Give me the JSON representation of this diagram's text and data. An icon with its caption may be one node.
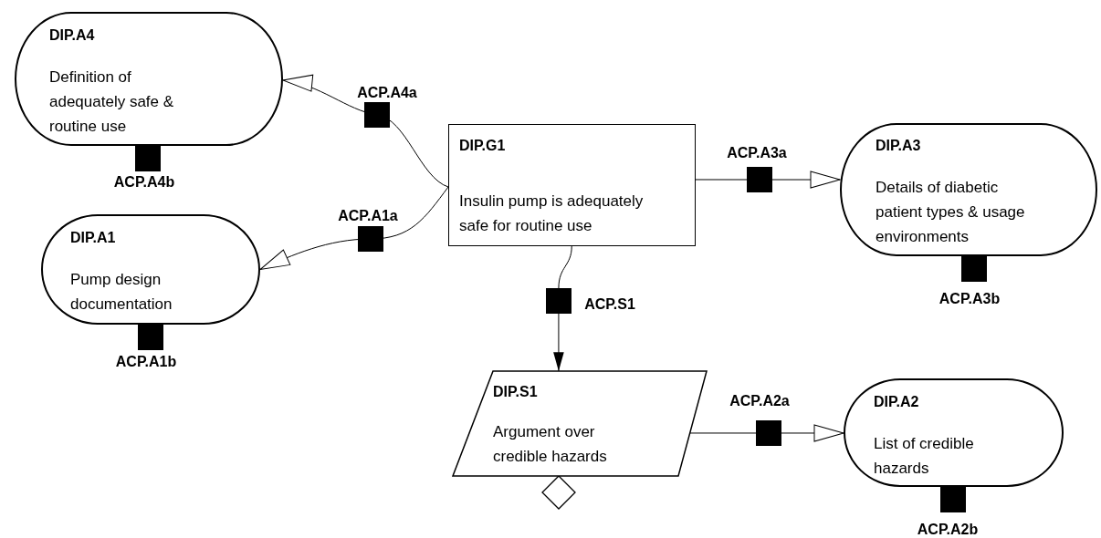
{
  "diagram": {
    "nodes": [
      {
        "text": [
          "DIP.A4",
          "Definition of adequately safe & routine use"
        ],
        "beside": [
          "ACP.A4b"
        ]
      },
      {
        "text": [
          "DIP.G1",
          "Insulin pump is adequately safe for routine use"
        ]
      },
      {
        "text": [
          "DIP.A3",
          "Details of diabetic patient types & usage environments"
        ],
        "beside": [
          "ACP.A3b"
        ]
      },
      {
        "text": [
          "DIP.A1",
          "Pump design documentation"
        ],
        "beside": [
          "ACP.A1b"
        ]
      },
      {
        "text": [
          "DIP.S1",
          "Argument over credible hazards"
        ]
      },
      {
        "text": [
          "DIP.A2",
          "List of credible hazards"
        ],
        "beside": [
          "ACP.A2b"
        ]
      }
    ],
    "edges": [
      {
        "from": 1,
        "to": 0,
        "arrow": "to",
        "label": "ACP.A4a"
      },
      {
        "from": 1,
        "to": 2,
        "arrow": "to",
        "label": "ACP.A3a"
      },
      {
        "from": 1,
        "to": 3,
        "arrow": "to",
        "label": "ACP.A1a"
      },
      {
        "from": 1,
        "to": 4,
        "arrow": "to",
        "label": "ACP.S1"
      },
      {
        "from": 4,
        "to": 5,
        "arrow": "to",
        "label": "ACP.A2a"
      }
    ]
  }
}
